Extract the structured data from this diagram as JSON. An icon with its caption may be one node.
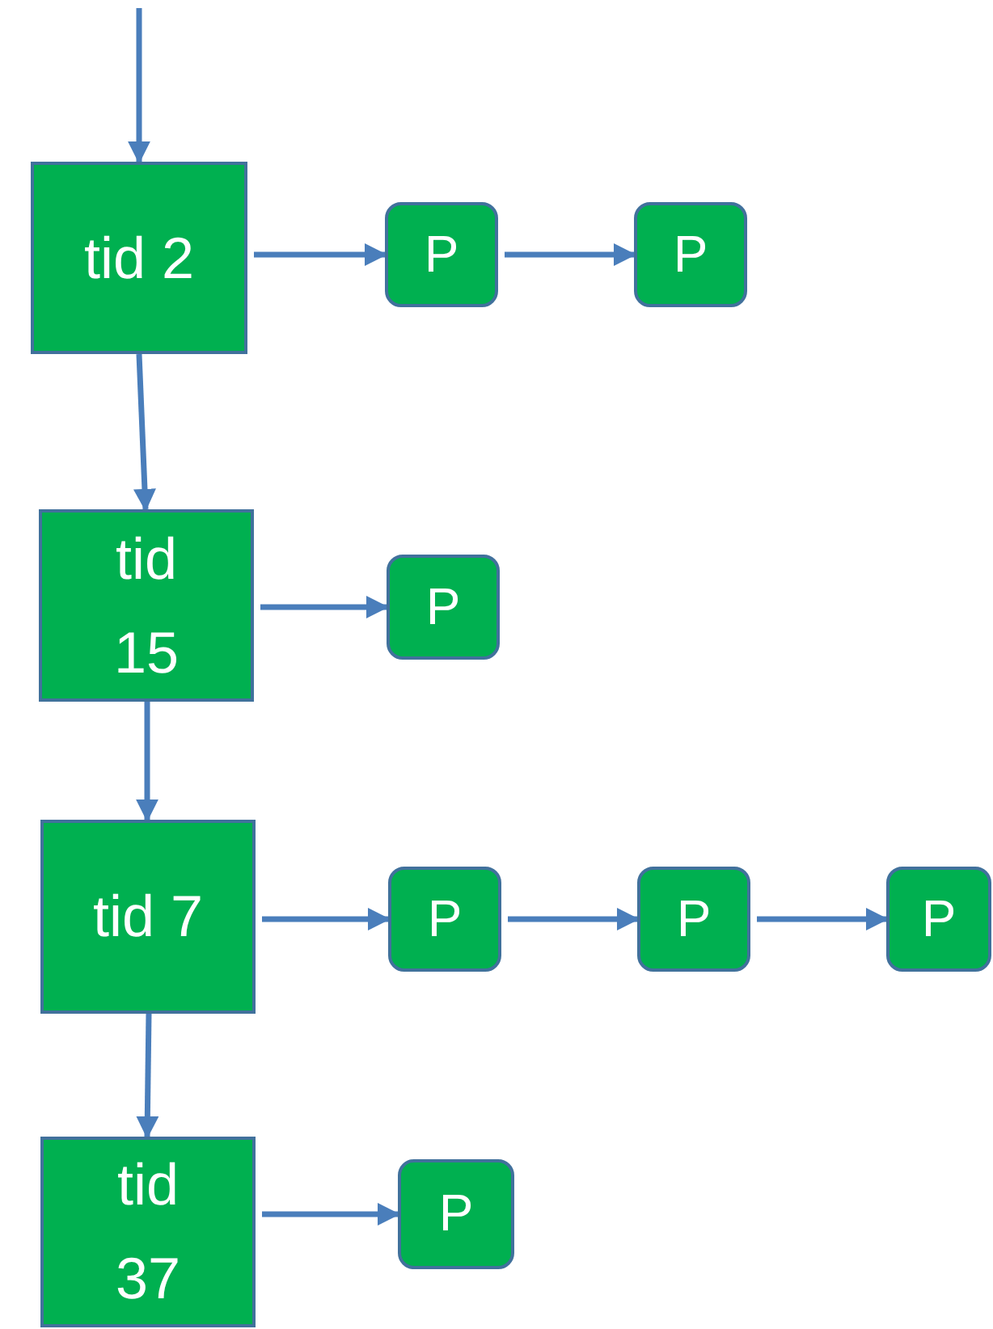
{
  "diagram": {
    "nodes": [
      {
        "text": [
          "tid 2"
        ]
      },
      {
        "text": [
          "P"
        ]
      },
      {
        "text": [
          "P"
        ]
      },
      {
        "text": [
          "tid 15"
        ]
      },
      {
        "text": [
          "P"
        ]
      },
      {
        "text": [
          "tid 7"
        ]
      },
      {
        "text": [
          "P"
        ]
      },
      {
        "text": [
          "P"
        ]
      },
      {
        "text": [
          "P"
        ]
      },
      {
        "text": [
          "tid 37"
        ]
      },
      {
        "text": [
          "P"
        ]
      }
    ],
    "edges": [
      {
        "from": null,
        "to": 0,
        "arrow": "to"
      },
      {
        "from": 0,
        "to": 1,
        "arrow": "to"
      },
      {
        "from": 1,
        "to": 2,
        "arrow": "to"
      },
      {
        "from": 0,
        "to": 3,
        "arrow": "to"
      },
      {
        "from": 3,
        "to": 4,
        "arrow": "to"
      },
      {
        "from": 3,
        "to": 5,
        "arrow": "to"
      },
      {
        "from": 5,
        "to": 6,
        "arrow": "to"
      },
      {
        "from": 6,
        "to": 7,
        "arrow": "to"
      },
      {
        "from": 7,
        "to": 8,
        "arrow": "to"
      },
      {
        "from": 5,
        "to": 9,
        "arrow": "to"
      },
      {
        "from": 9,
        "to": 10,
        "arrow": "to"
      }
    ]
  }
}
